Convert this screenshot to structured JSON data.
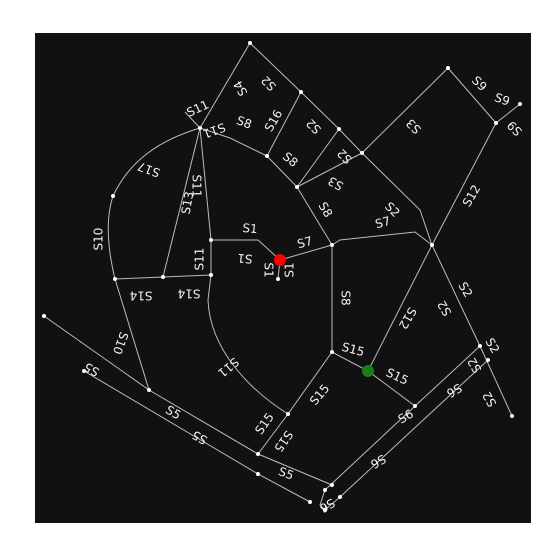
{
  "map": {
    "background": "#111111",
    "road_color": "#bdbdbd",
    "node_color": "#ffffff",
    "label_color": "#f2f2f2"
  },
  "markers": {
    "origin": {
      "color": "#ff0000"
    },
    "destination": {
      "color": "#1a7f1a"
    }
  },
  "street_labels": [
    "S1",
    "S1",
    "S1",
    "S1",
    "S2",
    "S2",
    "S2",
    "S2",
    "S2",
    "S2",
    "S2",
    "S2",
    "S2",
    "S3",
    "S3",
    "S4",
    "S5",
    "S5",
    "S5",
    "S5",
    "S6",
    "S6",
    "S6",
    "S6",
    "S7",
    "S7",
    "S8",
    "S8",
    "S8",
    "S8",
    "S9",
    "S9",
    "S9",
    "S10",
    "S10",
    "S11",
    "S11",
    "S11",
    "S11",
    "S11",
    "S12",
    "S12",
    "S13",
    "S14",
    "S14",
    "S15",
    "S15",
    "S15",
    "S15",
    "S15",
    "S16",
    "S17"
  ]
}
